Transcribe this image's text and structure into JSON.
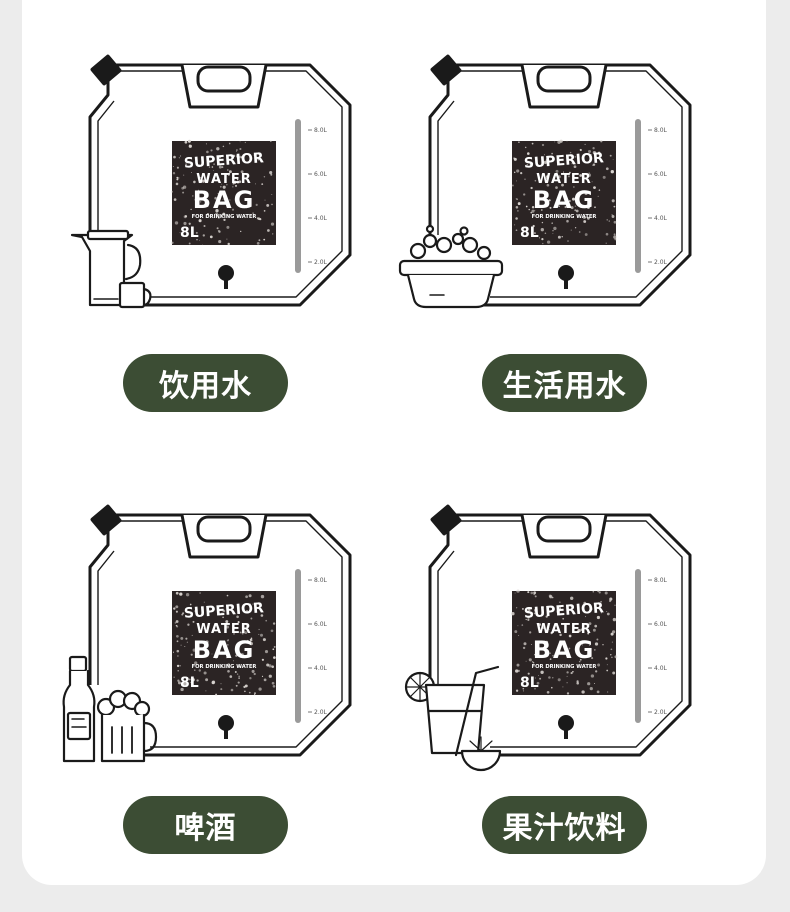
{
  "bag_label": {
    "line1": "SUPERIOR",
    "line2": "WATER",
    "line3": "BAG",
    "line4": "FOR DRINKING WATER",
    "capacity": "8L"
  },
  "scale_marks": [
    "8.0L",
    "6.0L",
    "4.0L",
    "2.0L"
  ],
  "uses": [
    {
      "label": "饮用水",
      "icon": "kettle-and-cup-icon"
    },
    {
      "label": "生活用水",
      "icon": "wash-basin-icon"
    },
    {
      "label": "啤酒",
      "icon": "beer-bottle-and-mug-icon"
    },
    {
      "label": "果汁饮料",
      "icon": "juice-glass-icon"
    }
  ],
  "colors": {
    "pill": "#3c4d34",
    "outline": "#1a1a1a",
    "background": "#ececec"
  }
}
